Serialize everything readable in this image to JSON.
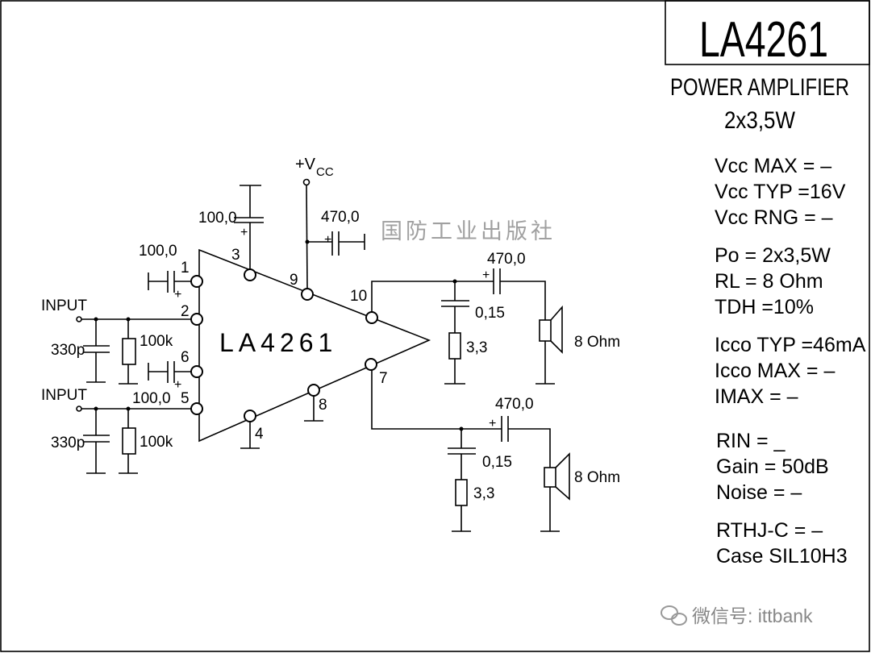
{
  "title": {
    "part": "LA4261",
    "subtitle": "POWER AMPLIFIER",
    "power": "2x3,5W"
  },
  "specs": [
    "Vcc MAX = –",
    "Vcc TYP =16V",
    "Vcc RNG = –",
    "Po  = 2x3,5W",
    "RL  = 8 Ohm",
    "TDH =10%",
    "Icco TYP =46mA",
    "Icco MAX = –",
    "IMAX  =    –",
    "RIN  =  _",
    "Gain  = 50dB",
    "Noise =  –",
    "RTHJ-C = –",
    "Case SIL10H3"
  ],
  "schematic": {
    "ic_label": "LA4261",
    "vcc": "+V",
    "vcc_sub": "CC",
    "pins": [
      "1",
      "2",
      "3",
      "4",
      "5",
      "6",
      "7",
      "8",
      "9",
      "10"
    ],
    "input_label": "INPUT",
    "c_in": "330p",
    "r_in": "100k",
    "c_boot": "100,0",
    "c_filter": "100,0",
    "c_vcc": "470,0",
    "c_out": "470,0",
    "c_zobel": "0,15",
    "r_zobel": "3,3",
    "speaker": "8 Ohm",
    "plus": "+"
  },
  "watermark": "国防工业出版社",
  "footer": "微信号: ittbank"
}
